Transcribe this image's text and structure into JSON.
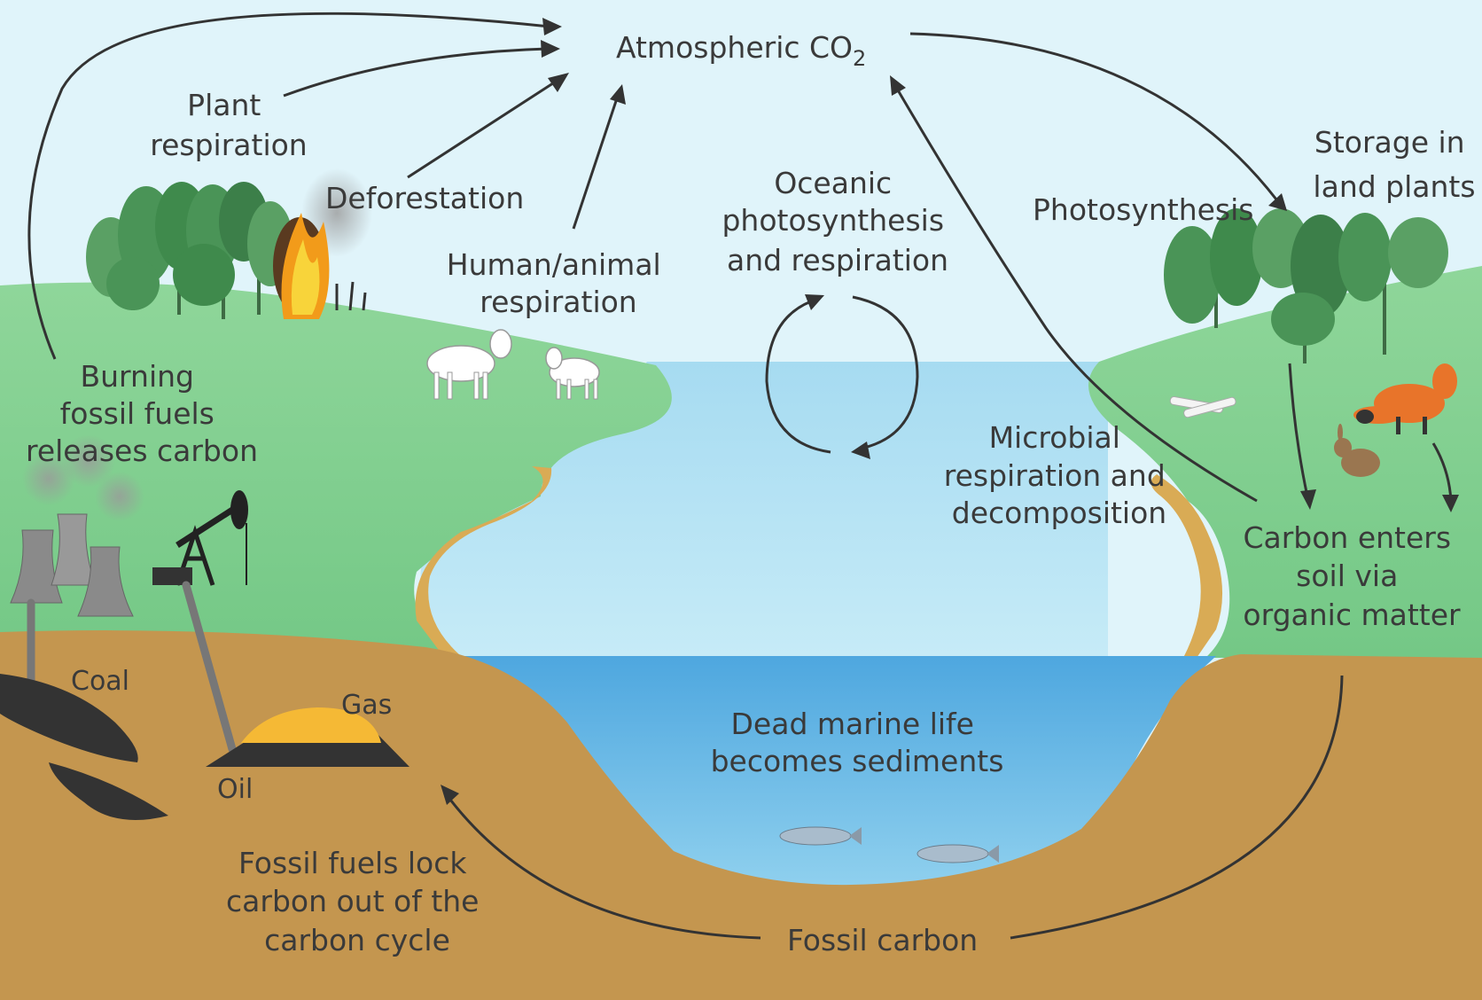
{
  "diagram": {
    "labels": {
      "atmospheric_co2": "Atmospheric CO",
      "co2_subscript": "2",
      "plant_respiration": [
        "Plant",
        "respiration"
      ],
      "deforestation": "Deforestation",
      "human_animal_respiration": [
        "Human/animal",
        "respiration"
      ],
      "oceanic": [
        "Oceanic",
        "photosynthesis",
        "and respiration"
      ],
      "photosynthesis": "Photosynthesis",
      "storage_land_plants": [
        "Storage in",
        "land plants"
      ],
      "burning_fossil_fuels": [
        "Burning",
        "fossil fuels",
        "releases carbon"
      ],
      "microbial": [
        "Microbial",
        "respiration and",
        "decomposition"
      ],
      "carbon_enters_soil": [
        "Carbon enters",
        "soil via",
        "organic matter"
      ],
      "coal": "Coal",
      "gas": "Gas",
      "oil": "Oil",
      "dead_marine_life": [
        "Dead marine life",
        "becomes sediments"
      ],
      "fossil_fuels_lock": [
        "Fossil fuels lock",
        "carbon out of the",
        "carbon cycle"
      ],
      "fossil_carbon": "Fossil carbon"
    },
    "colors": {
      "sky": "#e0f4fa",
      "land": "#8ed697",
      "soil": "#c4964f",
      "sand": "#d9ab55",
      "water_upper": "#a8dcf0",
      "water_lower": "#58aee0",
      "trees": "#4a9457",
      "coal": "#333333",
      "gas": "#f5b935",
      "arrow": "#333333",
      "text": "#3a3a3a"
    }
  }
}
